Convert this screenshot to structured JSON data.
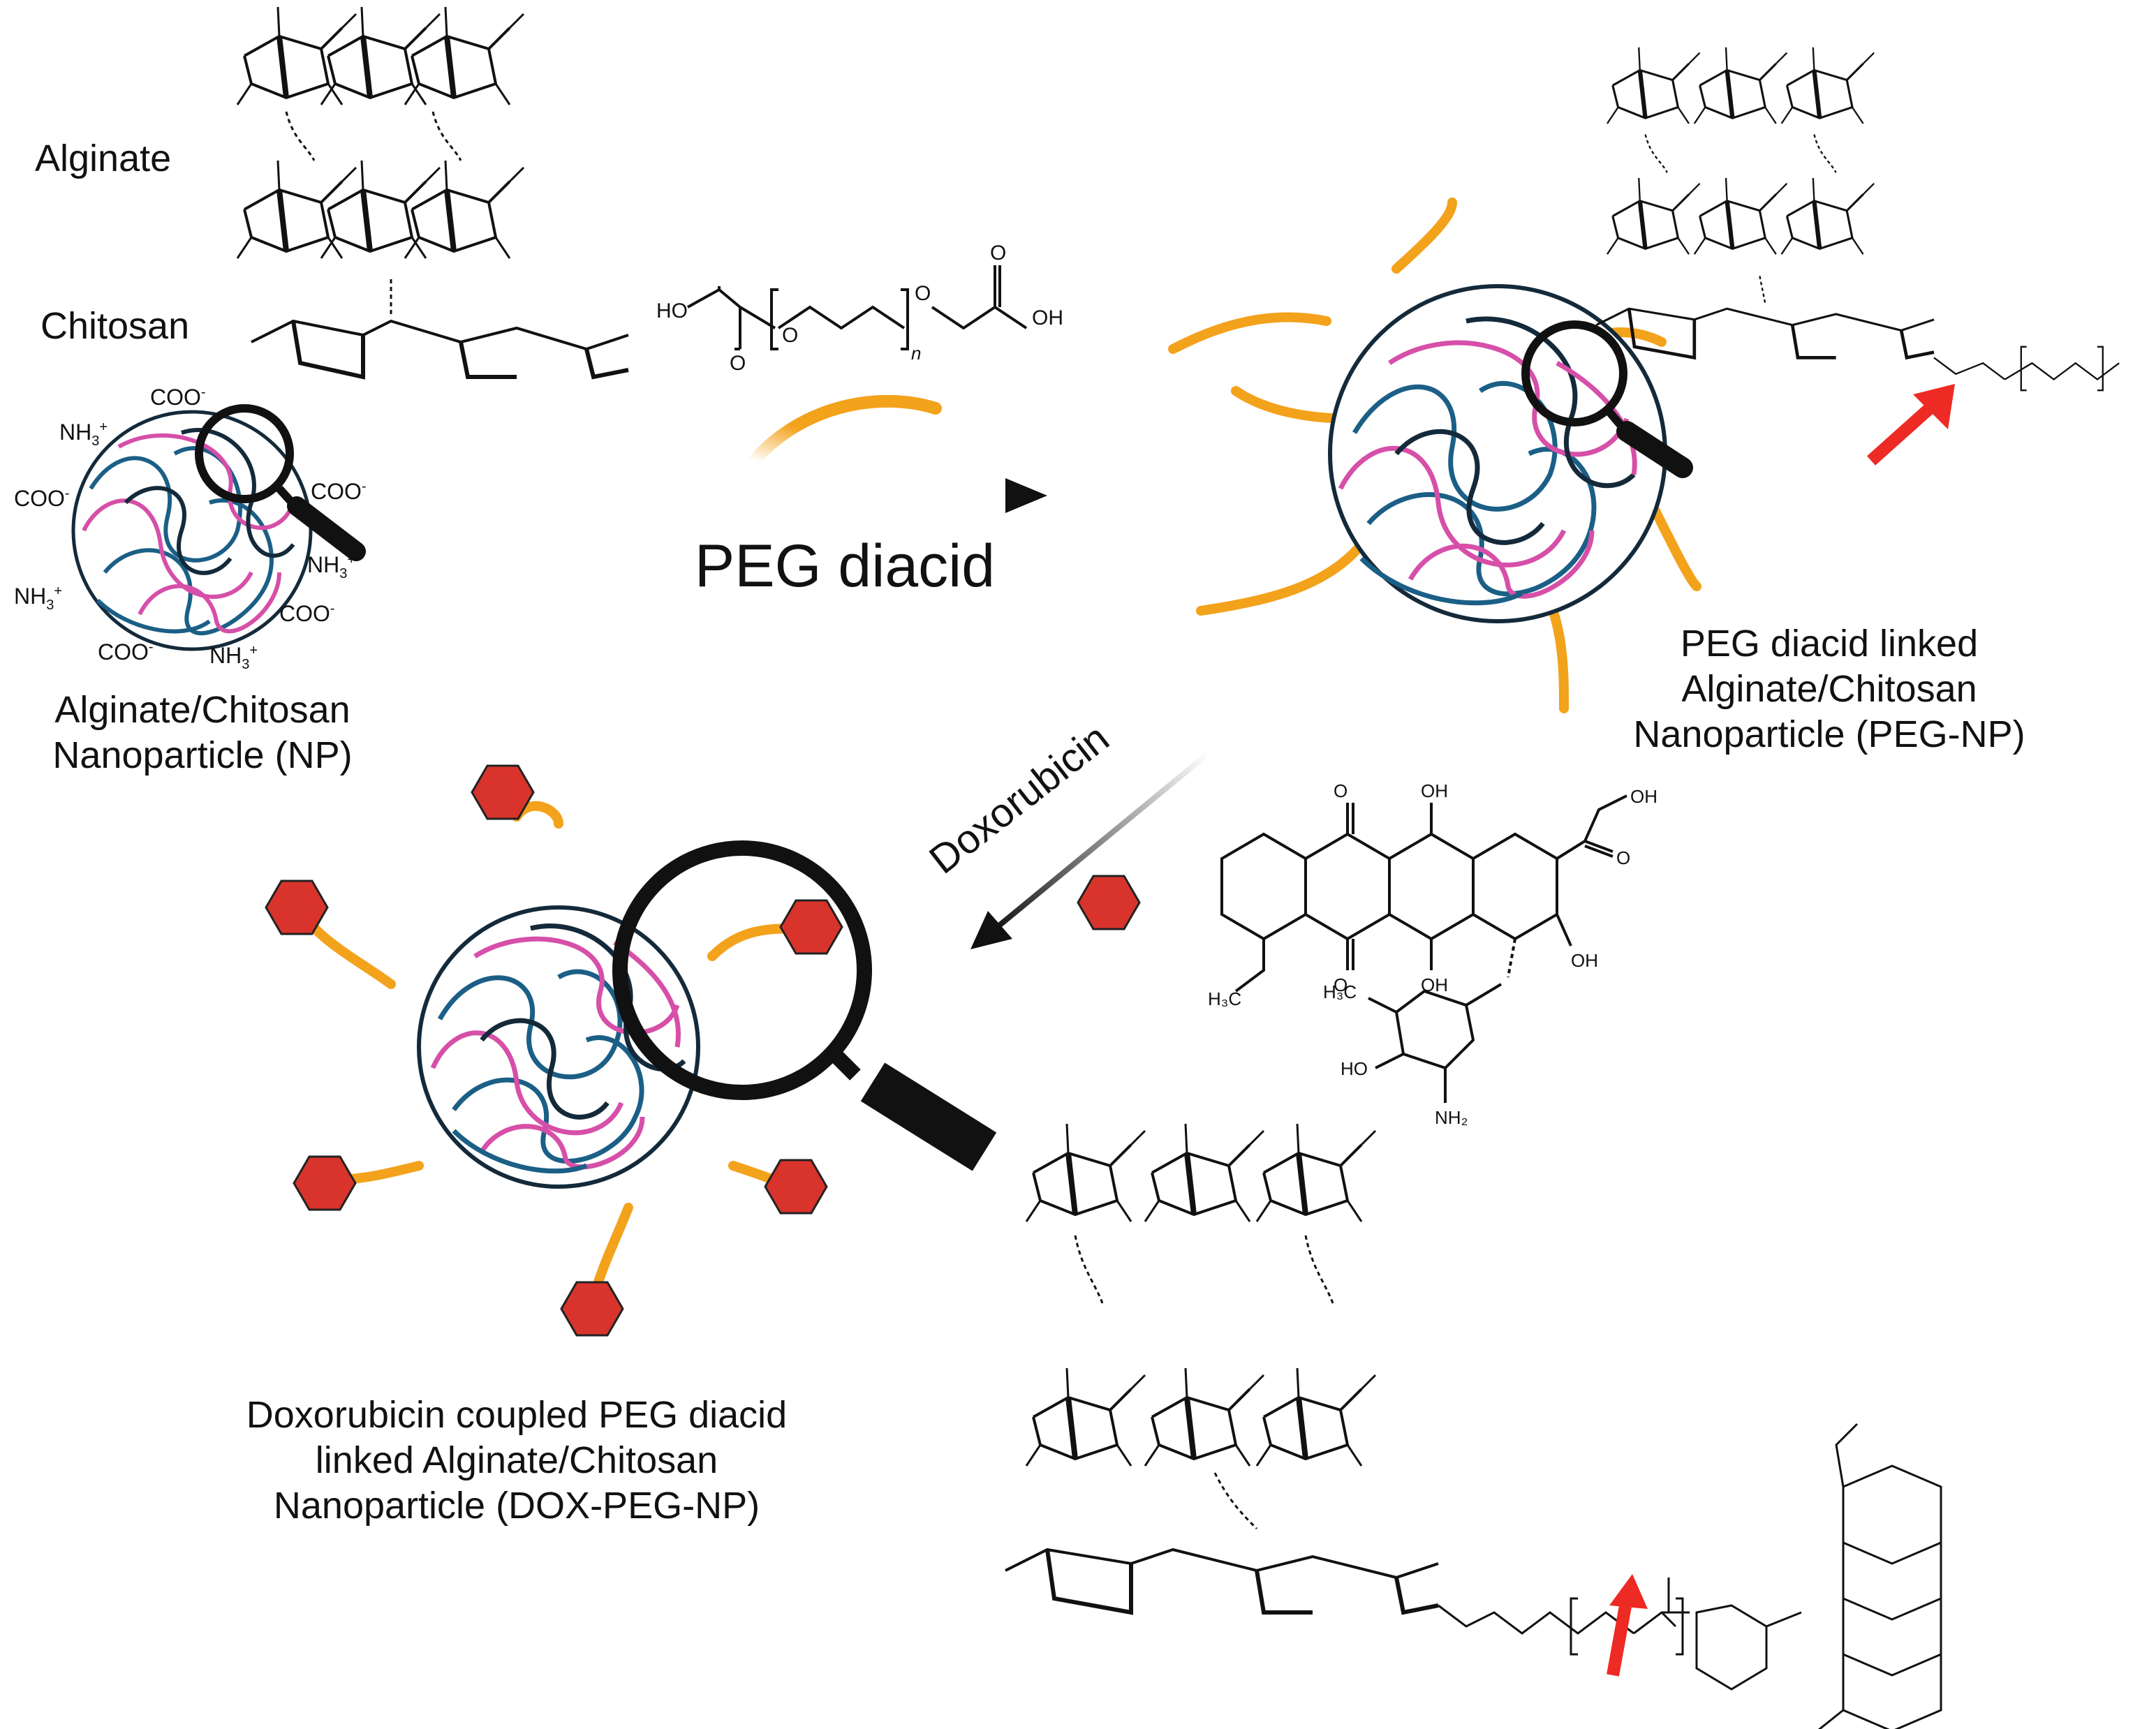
{
  "labels": {
    "alginate": "Alginate",
    "chitosan": "Chitosan",
    "np": [
      "Alginate/Chitosan",
      "Nanoparticle (NP)"
    ],
    "peg_step": "PEG diacid",
    "peg_np": [
      "PEG diacid linked",
      "Alginate/Chitosan",
      "Nanoparticle (PEG-NP)"
    ],
    "dox_step": "Doxorubicin",
    "dox_np": [
      "Doxorubicin coupled PEG diacid",
      "linked Alginate/Chitosan",
      "Nanoparticle (DOX-PEG-NP)"
    ]
  },
  "charges": {
    "coo": "COO",
    "nh3": "NH",
    "minus": "-",
    "plus": "+",
    "sub3": "3"
  },
  "peg_formula": {
    "ho": "HO",
    "oh": "OH",
    "o": "O",
    "n": "n"
  },
  "dox_formula": {
    "oh": "OH",
    "o": "O",
    "h3c_o": "H₃C",
    "nh2": "NH₂",
    "ho": "HO",
    "h3c": "H₃C"
  },
  "colors": {
    "blue_strand": "#1b5f86",
    "pink_strand": "#d64fa8",
    "dark_strand": "#142a3a",
    "peg_chain": "#f3a21c",
    "drug": "#d9342b",
    "arrow_red": "#ee2a24",
    "text": "#111111"
  }
}
